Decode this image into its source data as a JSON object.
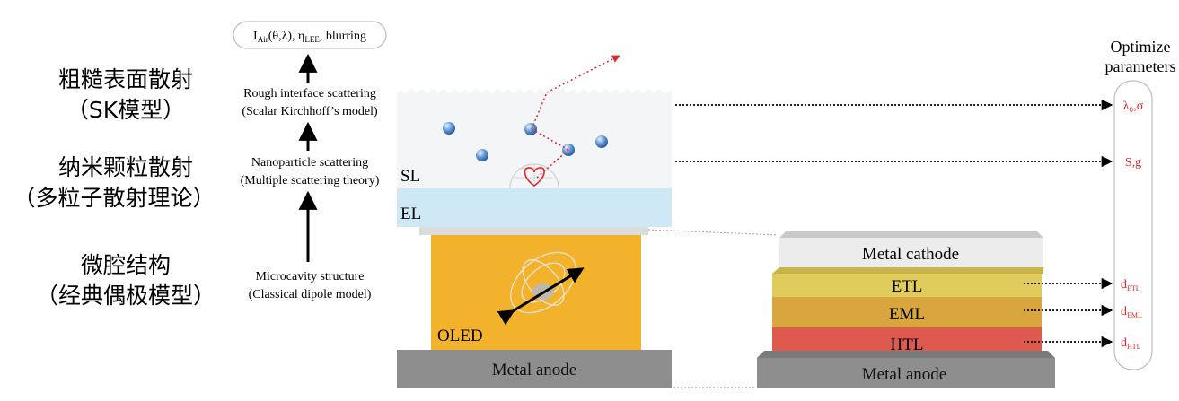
{
  "left_labels": {
    "rough_cn_line1": "粗糙表面散射",
    "rough_cn_line2": "（SK模型）",
    "nano_cn_line1": "纳米颗粒散射",
    "nano_cn_line2": "（多粒子散射理论）",
    "micro_cn_line1": "微腔结构",
    "micro_cn_line2": "（经典偶极模型）"
  },
  "flow": {
    "top_box": "I(θ,λ), η, blurring",
    "top_box_parts": {
      "I": "I",
      "I_sub": "Air",
      "theta_lambda": "(θ,λ), η",
      "eta_sub": "LEE",
      "tail": ", blurring"
    },
    "rough_line1": "Rough interface scattering",
    "rough_line2": "(Scalar Kirchhoff’s model)",
    "nano_line1": "Nanoparticle scattering",
    "nano_line2": "(Multiple scattering theory)",
    "micro_line1": "Microcavity structure",
    "micro_line2": "(Classical dipole model)"
  },
  "device": {
    "sl_label": "SL",
    "el_label": "EL",
    "oled_label": "OLED",
    "anode_label": "Metal anode"
  },
  "stack": {
    "cathode": "Metal cathode",
    "etl": "ETL",
    "eml": "EML",
    "htl": "HTL",
    "anode": "Metal anode"
  },
  "optimize": {
    "title_line1": "Optimize",
    "title_line2": "parameters",
    "p1": "λ₀,σ",
    "p2": "S,g",
    "p3_main": "d",
    "p3_sub": "ETL",
    "p4_main": "d",
    "p4_sub": "EML",
    "p5_main": "d",
    "p5_sub": "HTL"
  },
  "colors": {
    "sl": "#f4f5f7",
    "el": "#cfe8f6",
    "oled": "#f3b22c",
    "anode": "#8e8e8e",
    "cathode": "#ececec",
    "etl": "#dfcc5c",
    "eml": "#d8a53e",
    "htl": "#de5a4e",
    "param_red": "#e0262a",
    "scatter_red": "#e0262a"
  }
}
